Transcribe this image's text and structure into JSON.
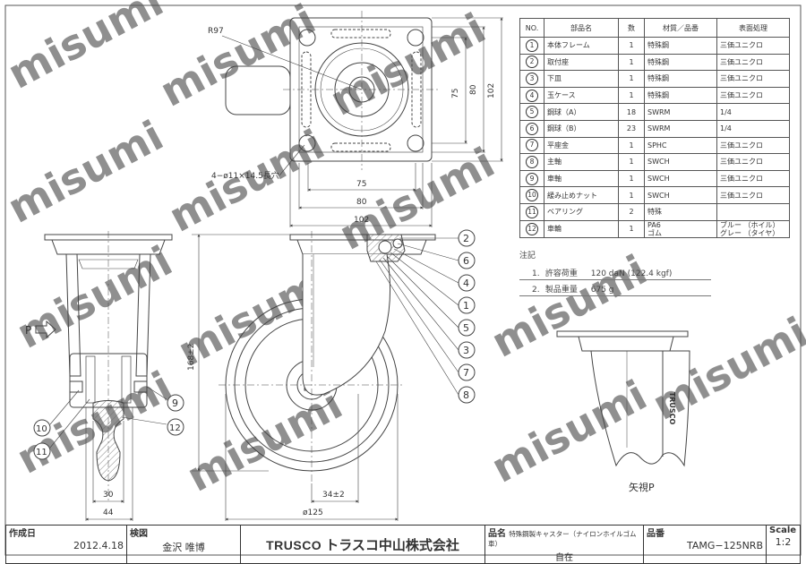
{
  "watermark": "misumi",
  "labels": {
    "r97": "R97",
    "hole_note": "4−ø11×14.5長穴",
    "p_arrow": "P",
    "view_p": "矢視P",
    "wheel_brand": "TRUSCO"
  },
  "dimensions": {
    "top_w75": "75",
    "top_w80": "80",
    "top_w102": "102",
    "top_h75": "75",
    "top_h80": "80",
    "top_h102": "102",
    "height": "168±2",
    "offset": "34±2",
    "dia": "ø125",
    "w30": "30",
    "w44": "44"
  },
  "balloons": [
    "2",
    "6",
    "4",
    "1",
    "5",
    "3",
    "7",
    "8",
    "9",
    "10",
    "11",
    "12"
  ],
  "parts_table": {
    "headers": [
      "NO.",
      "部品名",
      "数",
      "材質／品番",
      "表面処理"
    ],
    "rows": [
      {
        "no": "1",
        "name": "本体フレーム",
        "qty": "1",
        "mat": "特殊鋼",
        "finish": "三価ユニクロ"
      },
      {
        "no": "2",
        "name": "取付座",
        "qty": "1",
        "mat": "特殊鋼",
        "finish": "三価ユニクロ"
      },
      {
        "no": "3",
        "name": "下皿",
        "qty": "1",
        "mat": "特殊鋼",
        "finish": "三価ユニクロ"
      },
      {
        "no": "4",
        "name": "玉ケース",
        "qty": "1",
        "mat": "特殊鋼",
        "finish": "三価ユニクロ"
      },
      {
        "no": "5",
        "name": "鋼球（A）",
        "qty": "18",
        "mat": "SWRM",
        "finish": "1/4"
      },
      {
        "no": "6",
        "name": "鋼球（B）",
        "qty": "23",
        "mat": "SWRM",
        "finish": "1/4"
      },
      {
        "no": "7",
        "name": "平座金",
        "qty": "1",
        "mat": "SPHC",
        "finish": "三価ユニクロ"
      },
      {
        "no": "8",
        "name": "主軸",
        "qty": "1",
        "mat": "SWCH",
        "finish": "三価ユニクロ"
      },
      {
        "no": "9",
        "name": "車軸",
        "qty": "1",
        "mat": "SWCH",
        "finish": "三価ユニクロ"
      },
      {
        "no": "10",
        "name": "緩み止めナット",
        "qty": "1",
        "mat": "SWCH",
        "finish": "三価ユニクロ"
      },
      {
        "no": "11",
        "name": "ベアリング",
        "qty": "2",
        "mat": "特殊",
        "finish": ""
      },
      {
        "no": "12",
        "name": "車輪",
        "qty": "1",
        "mat": "PA6\nゴム",
        "finish": "ブルー （ホイル）\nグレー （タイヤ）"
      }
    ]
  },
  "notes": {
    "heading": "注記",
    "line1_no": "1.",
    "line1_label": "許容荷重",
    "line1_value": "120 daN (122.4 kgf)",
    "line2_no": "2.",
    "line2_label": "製品重量",
    "line2_value": "675 g"
  },
  "title_block": {
    "created_label": "作成日",
    "created_value": "2012.4.18",
    "checked_label": "検図",
    "checked_value": "金沢 唯博",
    "brand_en": "TRUSCO",
    "brand_jp": "トラスコ中山株式会社",
    "product_label": "品名",
    "product_name": "特殊鋼製キャスター（ナイロンホイルゴム車）",
    "product_type": "自在",
    "part_label": "品番",
    "part_value": "TAMG−125NRB",
    "scale_label": "Scale",
    "scale_value": "1:2"
  }
}
